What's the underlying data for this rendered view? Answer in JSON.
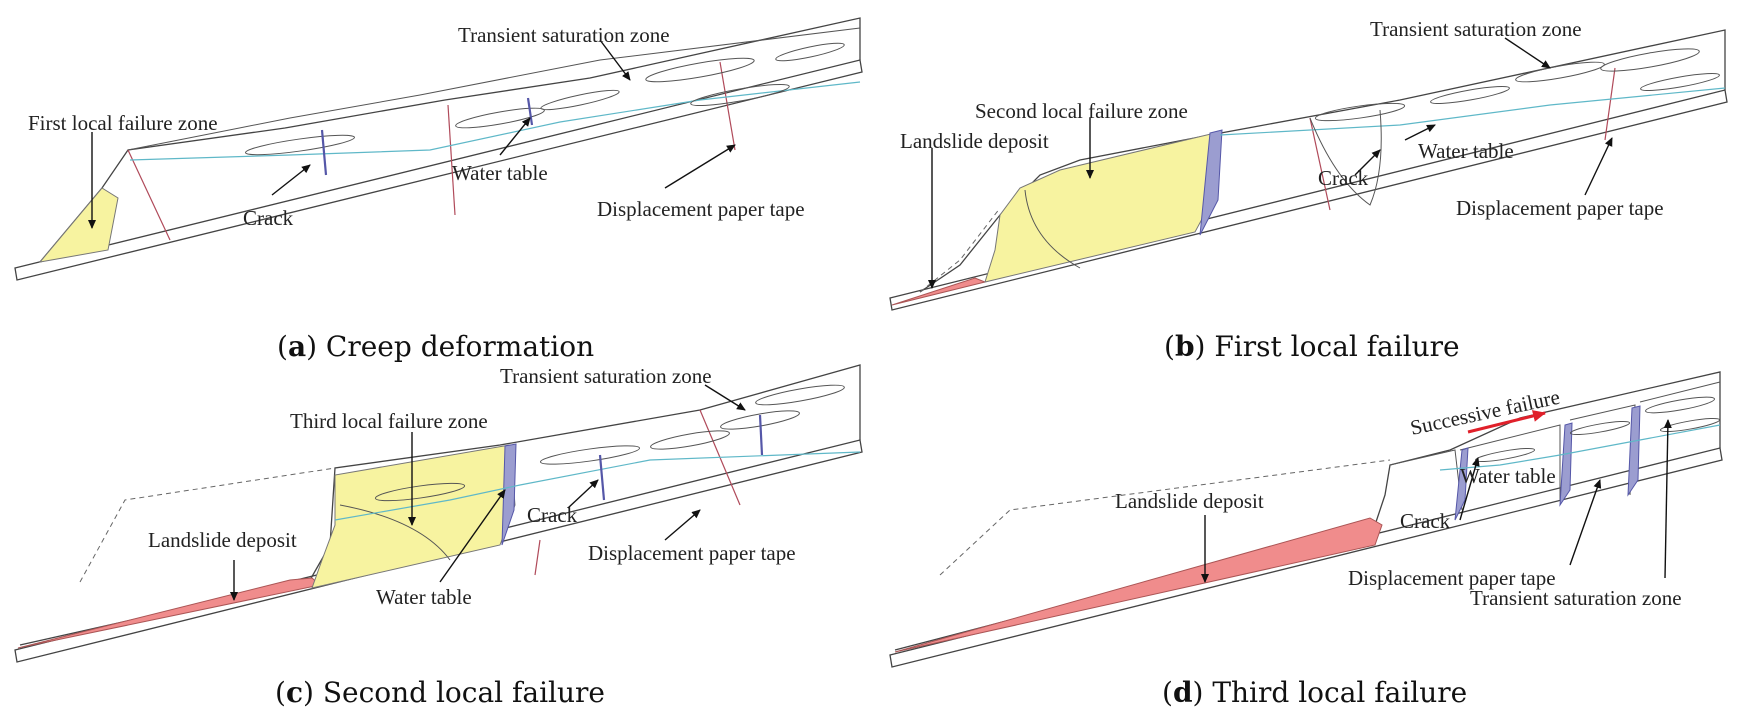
{
  "colors": {
    "failure_zone": "#f7f3a0",
    "landslide_deposit": "#f08c8c",
    "crack": "#5557a8",
    "water_table": "#5fb8c8",
    "paper_tape": "#b04a5a",
    "successive_arrow": "#e0202a"
  },
  "panels": {
    "a": {
      "caption_letter": "a",
      "caption_text": "Creep deformation",
      "labels": {
        "transient_zone": "Transient saturation zone",
        "first_failure_zone": "First local failure zone",
        "water_table": "Water table",
        "crack": "Crack",
        "paper_tape": "Displacement paper tape"
      }
    },
    "b": {
      "caption_letter": "b",
      "caption_text": "First local failure",
      "labels": {
        "transient_zone": "Transient saturation zone",
        "second_failure_zone": "Second local failure zone",
        "landslide_deposit": "Landslide deposit",
        "water_table": "Water table",
        "crack": "Crack",
        "paper_tape": "Displacement paper tape"
      }
    },
    "c": {
      "caption_letter": "c",
      "caption_text": "Second local failure",
      "labels": {
        "transient_zone": "Transient saturation zone",
        "third_failure_zone": "Third local failure zone",
        "landslide_deposit": "Landslide deposit",
        "crack": "Crack",
        "paper_tape": "Displacement paper tape",
        "water_table": "Water table"
      }
    },
    "d": {
      "caption_letter": "d",
      "caption_text": "Third local failure",
      "labels": {
        "successive_failure": "Successive failure",
        "water_table": "Water table",
        "landslide_deposit": "Landslide deposit",
        "crack": "Crack",
        "paper_tape": "Displacement paper tape",
        "transient_zone": "Transient saturation zone"
      }
    }
  }
}
